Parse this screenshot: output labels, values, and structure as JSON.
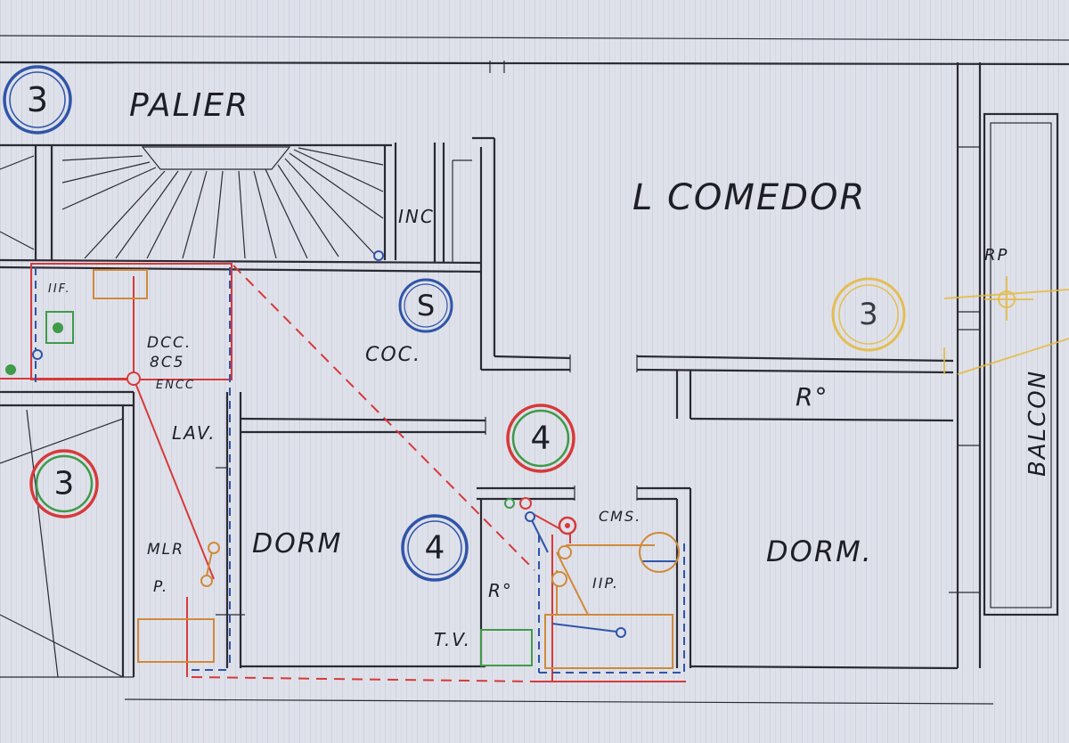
{
  "rooms": {
    "palier": "PALIER",
    "comedor": "L COMEDOR",
    "coc": "COC.",
    "lav": "LAV.",
    "dorm_left": "DORM",
    "dorm_right": "DORM.",
    "r_middle": "R°",
    "r_small": "R°",
    "balcon": "BALCON"
  },
  "annotations": {
    "inc": "INC",
    "rp": "RP",
    "dcc_1": "DCC.",
    "dcc_2": "8C5",
    "dcc_3": "ENCC",
    "mlr": "MLR",
    "p": "P.",
    "tv": "T.V.",
    "cms": "CMS.",
    "iip": "IIP.",
    "iir": "IIF."
  },
  "markers": [
    {
      "label": "3",
      "ring": "#2f55a8",
      "fill": "#2f55a8"
    },
    {
      "label": "S",
      "ring": "#2f55a8",
      "fill": "#2f55a8"
    },
    {
      "label": "3",
      "ring": "#e6b93a",
      "fill": "#e6b93a"
    },
    {
      "label": "4",
      "ring": "#d63a3a",
      "fill": "#3f9a4a"
    },
    {
      "label": "3",
      "ring": "#d63a3a",
      "fill": "#3f9a4a"
    },
    {
      "label": "4",
      "ring": "#2f55a8",
      "fill": "#2f55a8"
    }
  ],
  "colors": {
    "paper": "#dfe1ea",
    "ink": "#2a2a33",
    "red": "#d63a3a",
    "blue": "#2f55a8",
    "green": "#3f9a4a",
    "orange": "#d08a3a",
    "yellow": "#e6b93a"
  }
}
